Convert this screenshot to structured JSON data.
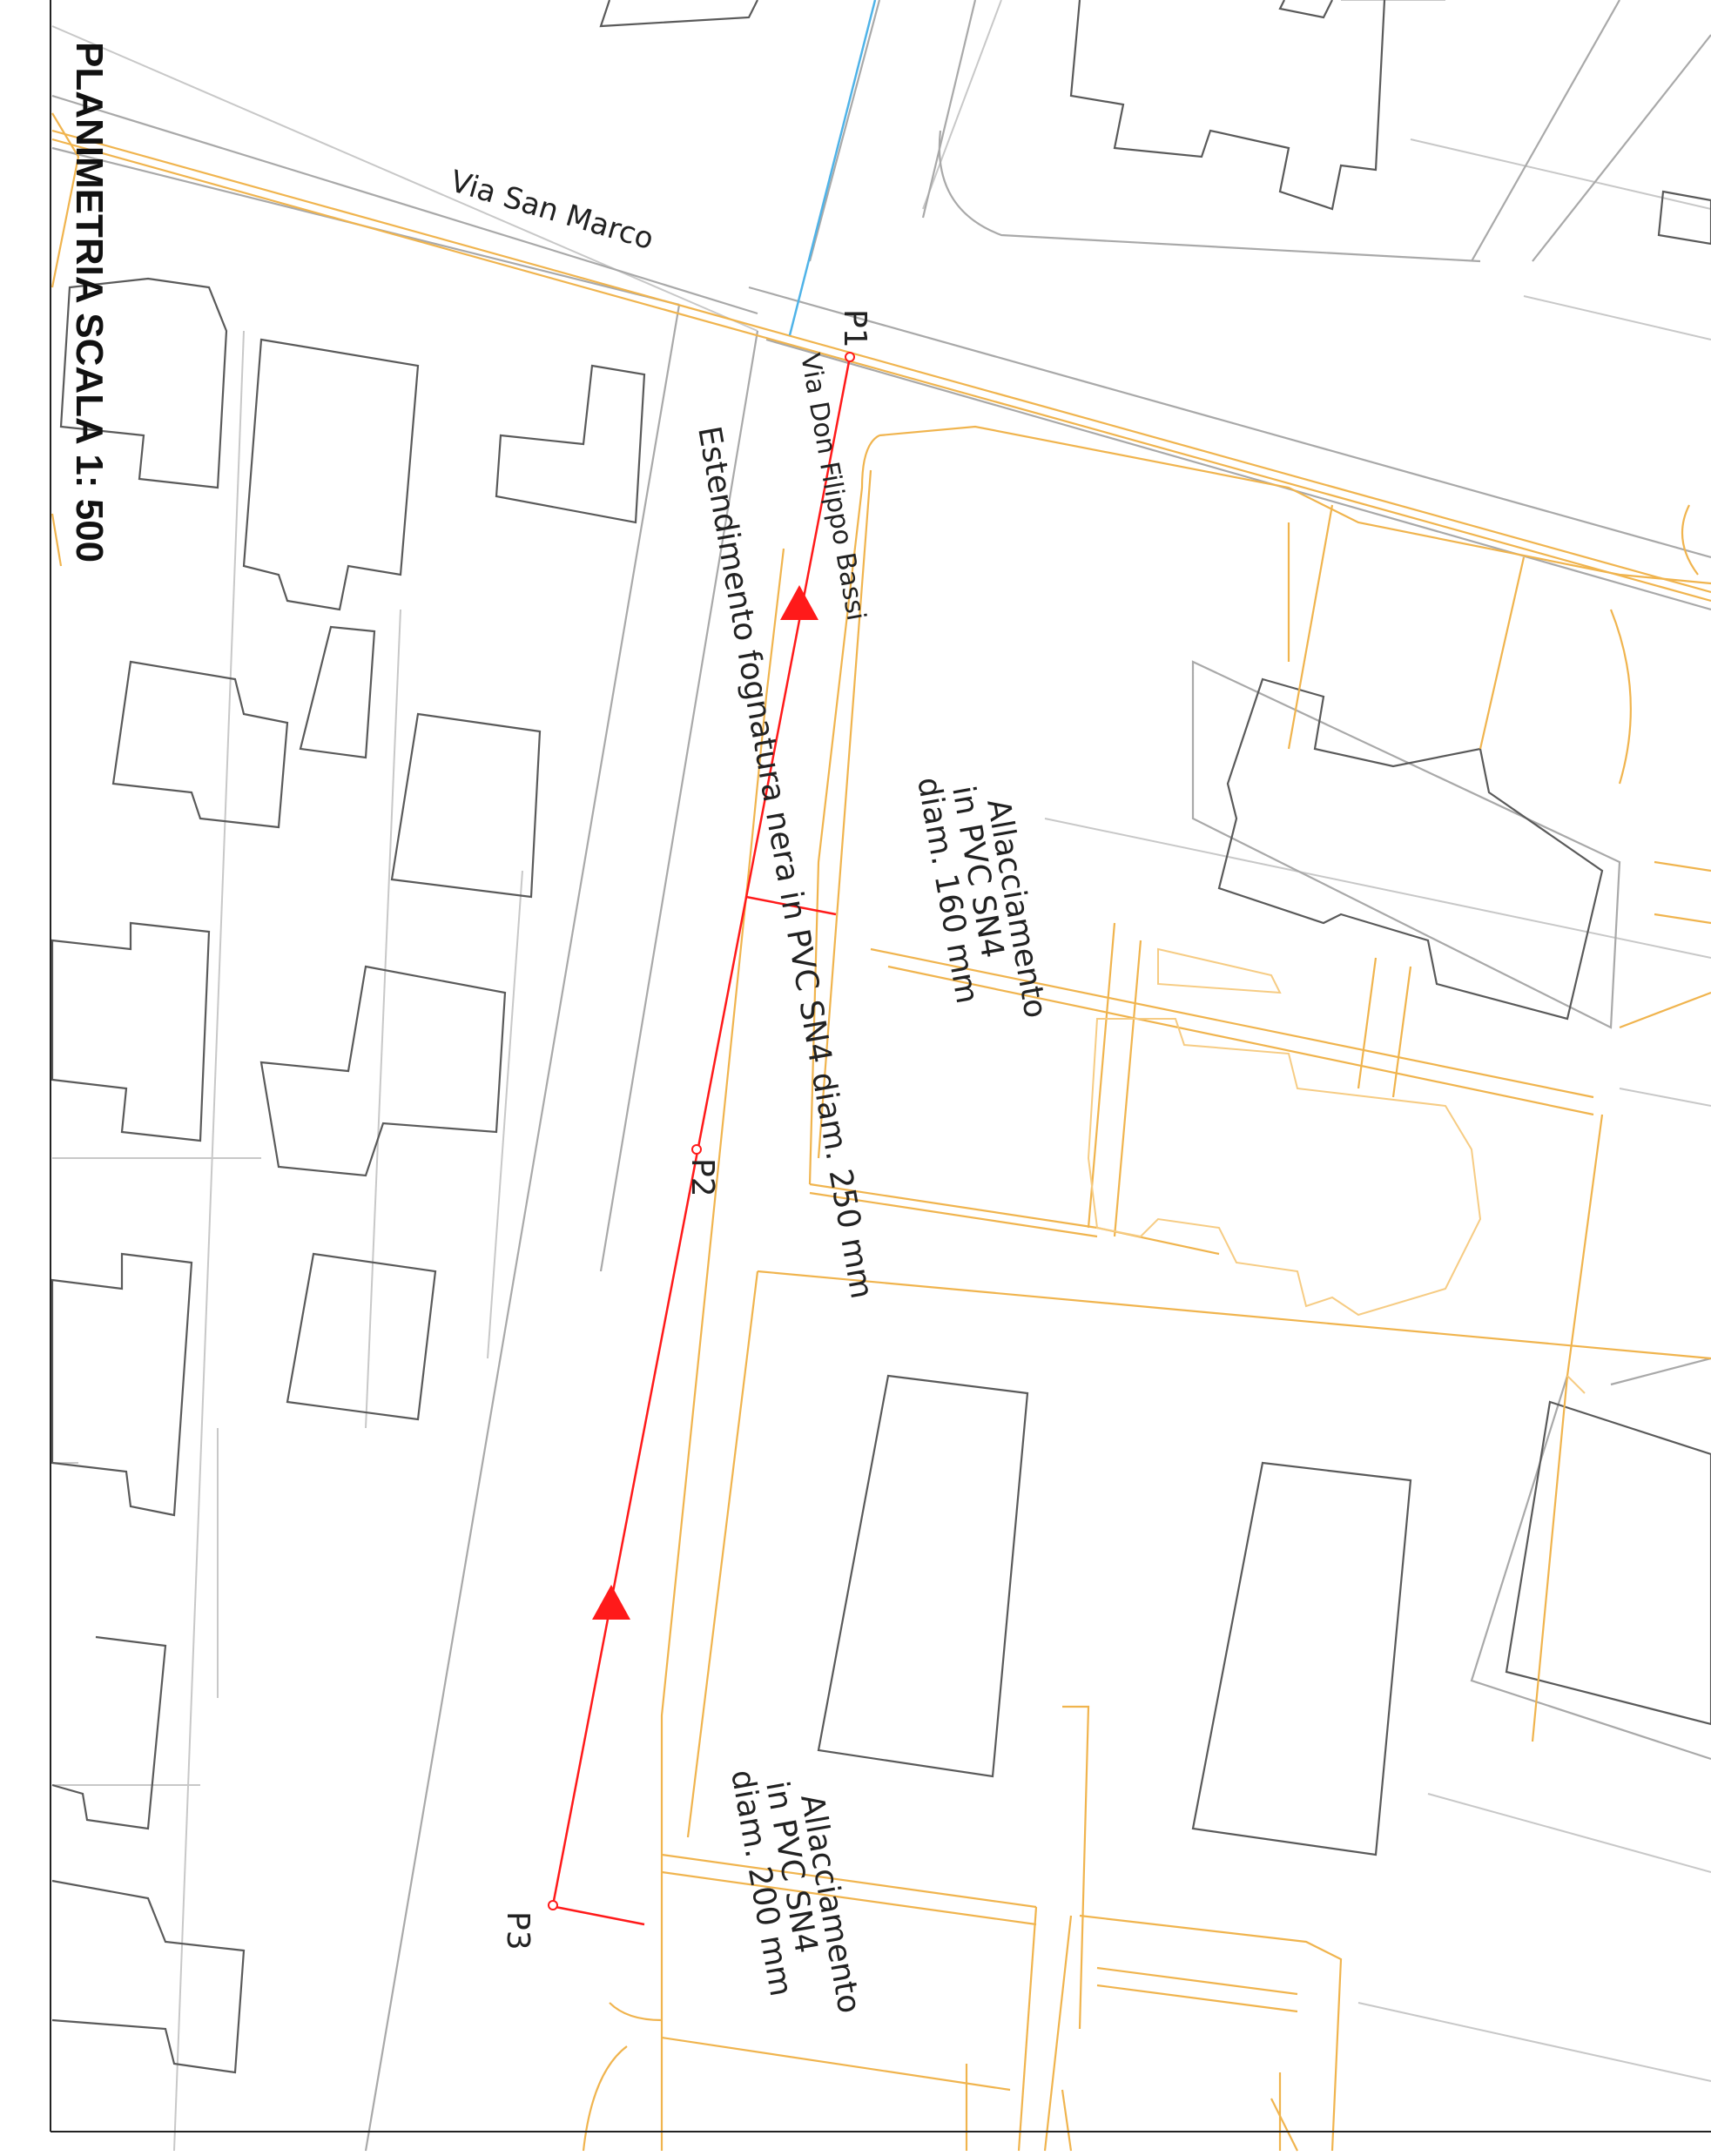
{
  "title": "PLANIMETRIA  SCALA 1: 500",
  "streets": {
    "san_marco": "Via San Marco",
    "don_bassi": "Via Don Filippo Bassi"
  },
  "annotations": {
    "main_pipe": "Estendimento fognatura nera in PVC SN4 diam. 250 mm",
    "conn1_l1": "Allacciamento",
    "conn1_l2": "in PVC SN4",
    "conn1_l3": "diam. 160 mm",
    "conn2_l1": "Allacciamento",
    "conn2_l2": "in PVC SN4",
    "conn2_l3": "diam. 200 mm"
  },
  "points": {
    "p1": "P1",
    "p2": "P2",
    "p3": "P3"
  },
  "colors": {
    "pipe": "#ff1a1a",
    "water": "#4fb3e8",
    "utility": "#f0b44e",
    "building": "#5a5a5a",
    "road": "#a9a9a9",
    "frame": "#222222"
  }
}
